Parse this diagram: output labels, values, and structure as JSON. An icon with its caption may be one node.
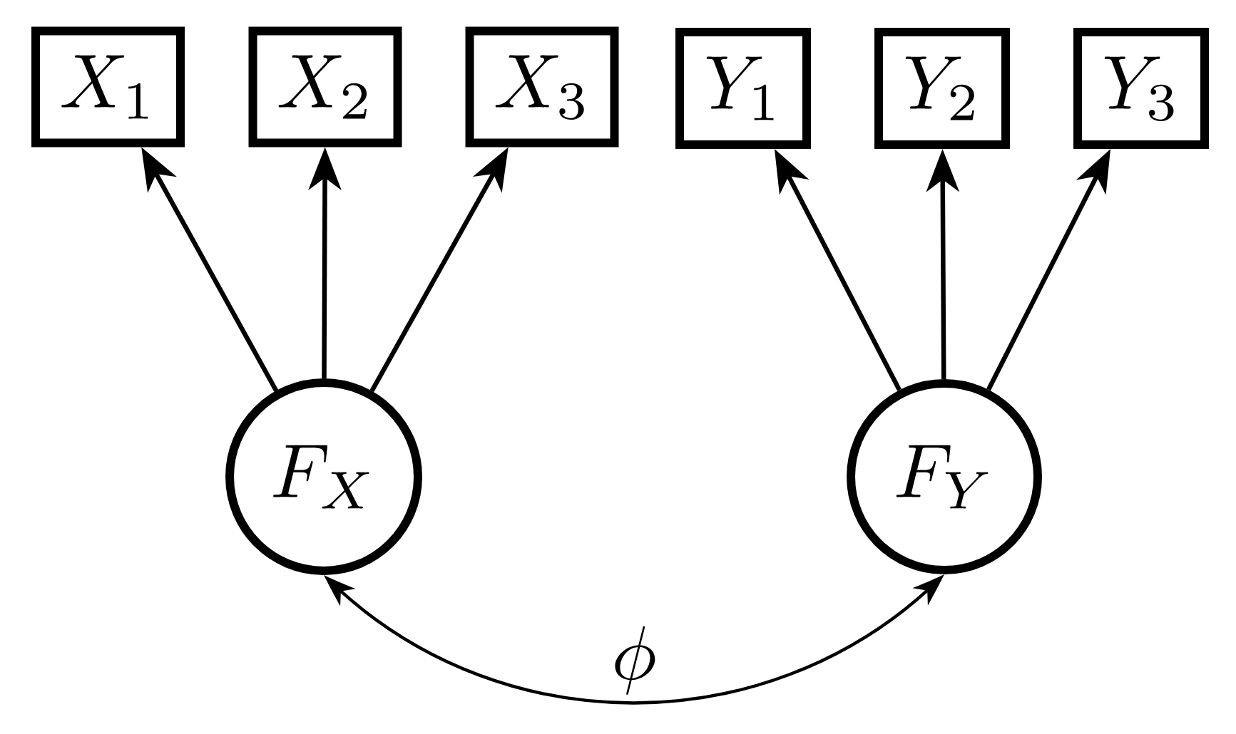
{
  "diagram": {
    "nodes": [
      {
        "text": [
          "X_1"
        ]
      },
      {
        "text": [
          "X_2"
        ]
      },
      {
        "text": [
          "X_3"
        ]
      },
      {
        "text": [
          "Y_1"
        ]
      },
      {
        "text": [
          "Y_2"
        ]
      },
      {
        "text": [
          "Y_3"
        ]
      },
      {
        "text": [
          "F_X"
        ]
      },
      {
        "text": [
          "F_Y"
        ]
      }
    ],
    "edges": [
      {
        "from": 6,
        "to": 0,
        "arrow": "to"
      },
      {
        "from": 6,
        "to": 1,
        "arrow": "to"
      },
      {
        "from": 6,
        "to": 2,
        "arrow": "to"
      },
      {
        "from": 7,
        "to": 3,
        "arrow": "to"
      },
      {
        "from": 7,
        "to": 4,
        "arrow": "to"
      },
      {
        "from": 7,
        "to": 5,
        "arrow": "to"
      },
      {
        "from": 6,
        "to": 7,
        "arrow": "both",
        "label": "\\phi"
      }
    ]
  }
}
